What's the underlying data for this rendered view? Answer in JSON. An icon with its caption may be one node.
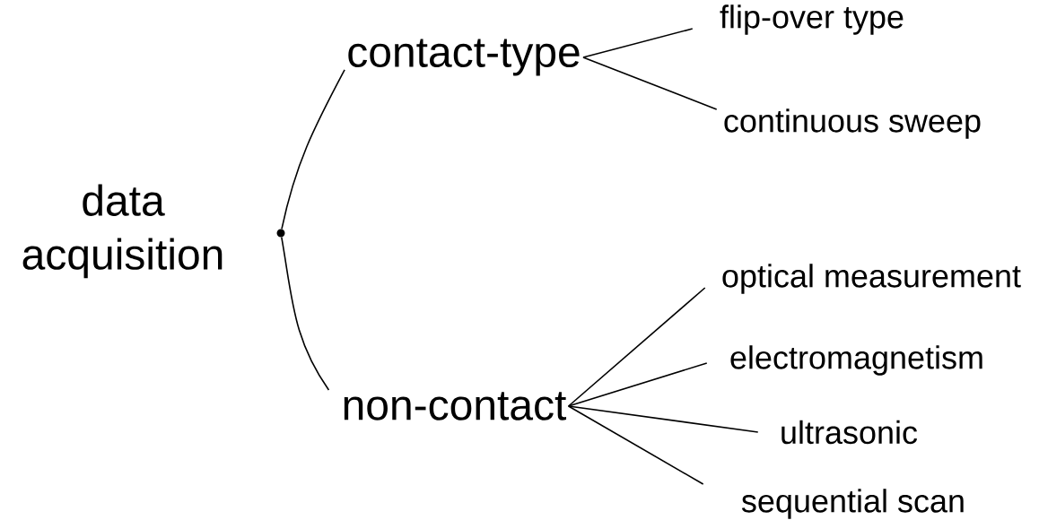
{
  "diagram": {
    "nodes": [
      {
        "text": [
          "data acquisition"
        ]
      },
      {
        "text": [],
        "shape": "circle"
      },
      {
        "text": [
          "contact-type"
        ]
      },
      {
        "text": [
          "non-contact"
        ]
      },
      {
        "text": [
          "flip-over type"
        ]
      },
      {
        "text": [
          "continuous sweep"
        ]
      },
      {
        "text": [
          "optical measurement"
        ]
      },
      {
        "text": [
          "electromagnetism"
        ]
      },
      {
        "text": [
          "ultrasonic"
        ]
      },
      {
        "text": [
          "sequential scan"
        ]
      }
    ],
    "edges": [
      {
        "from": 1,
        "to": 2,
        "arrow": "none"
      },
      {
        "from": 1,
        "to": 3,
        "arrow": "none"
      },
      {
        "from": 2,
        "to": 4,
        "arrow": "none"
      },
      {
        "from": 2,
        "to": 5,
        "arrow": "none"
      },
      {
        "from": 3,
        "to": 6,
        "arrow": "none"
      },
      {
        "from": 3,
        "to": 7,
        "arrow": "none"
      },
      {
        "from": 3,
        "to": 8,
        "arrow": "none"
      },
      {
        "from": 3,
        "to": 9,
        "arrow": "none"
      }
    ]
  }
}
